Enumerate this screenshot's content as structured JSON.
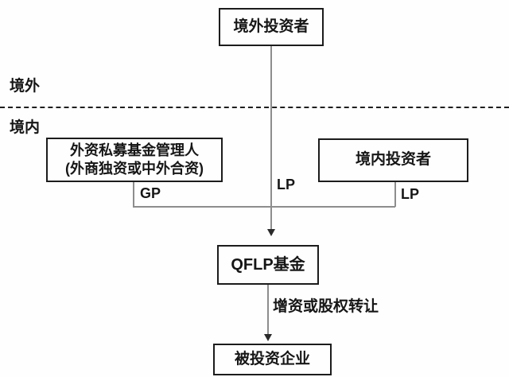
{
  "regions": {
    "offshore": "境外",
    "onshore": "境内"
  },
  "nodes": {
    "foreign_investor": "境外投资者",
    "fund_manager": {
      "line1": "外资私募基金管理人",
      "line2": "(外商独资或中外合资)"
    },
    "domestic_investor": "境内投资者",
    "qflp_fund": "QFLP基金",
    "investee": "被投资企业"
  },
  "edges": {
    "gp_label": "GP",
    "lp_foreign_label": "LP",
    "lp_domestic_label": "LP",
    "investment_label": "增资或股权转让"
  },
  "colors": {
    "background": "#fefefe",
    "box_border": "#1c1c1c",
    "text": "#161616",
    "connector_line": "#8d8d8d",
    "divider_line": "#1f1f1f",
    "arrowhead": "#2a2a2a"
  }
}
